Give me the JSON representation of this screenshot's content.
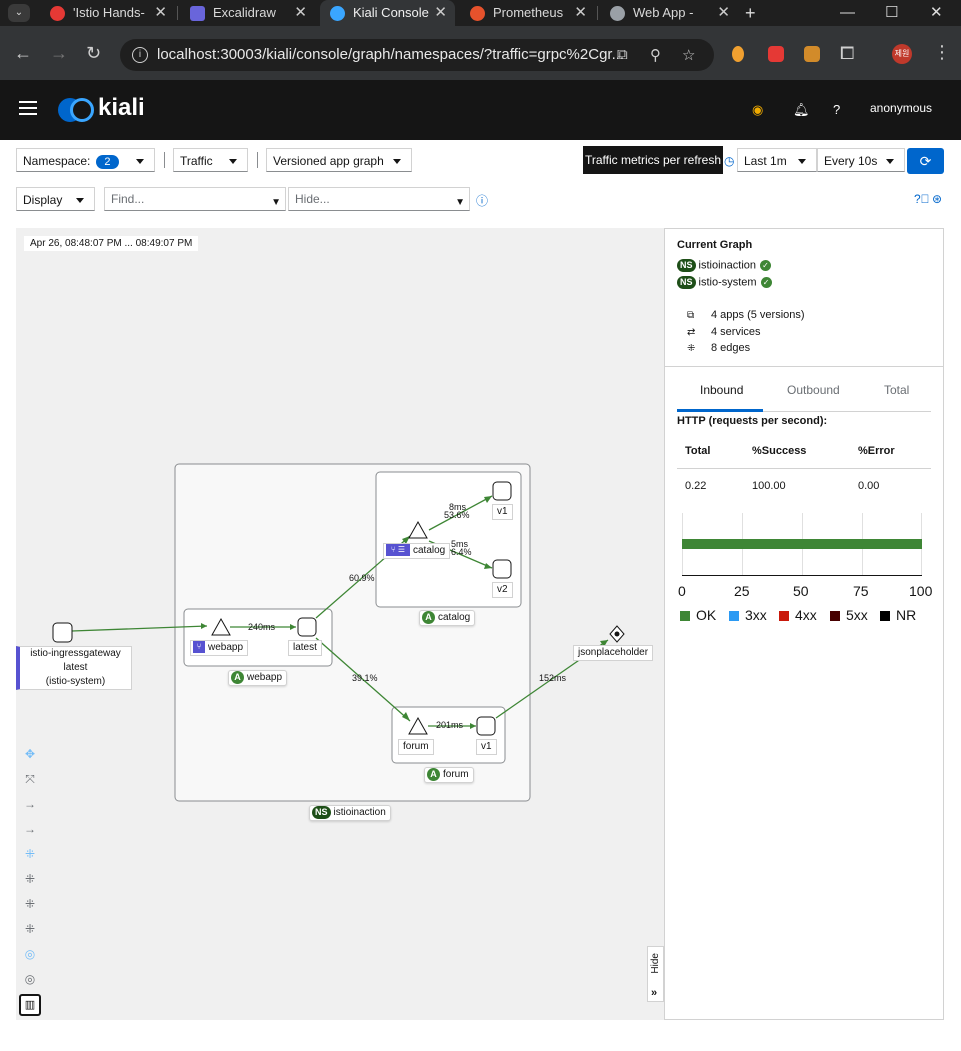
{
  "browser": {
    "tabs": [
      {
        "title": "'Istio Hands-",
        "color": "#e53935"
      },
      {
        "title": "Excalidraw",
        "color": "#6965db"
      },
      {
        "title": "Kiali Console",
        "color": "#3aa6ff"
      },
      {
        "title": "Prometheus",
        "color": "#e6522c"
      },
      {
        "title": "Web App - ",
        "color": "#9aa0a6"
      }
    ],
    "url": "localhost:30003/kiali/console/graph/namespaces/?traffic=grpc%2Cgr...",
    "profile_label": "제원"
  },
  "masthead": {
    "logo_text": "kiali",
    "user": "anonymous"
  },
  "toolbar": {
    "namespace_label": "Namespace:",
    "namespace_count": "2",
    "traffic_label": "Traffic",
    "graph_type": "Versioned app graph",
    "tooltip": "Traffic metrics per refresh",
    "duration": "Last 1m",
    "refresh_interval": "Every 10s",
    "display_label": "Display",
    "find_placeholder": "Find...",
    "hide_placeholder": "Hide..."
  },
  "graph": {
    "timestamp": "Apr 26, 08:48:07 PM ... 08:49:07 PM",
    "nodes": {
      "ingress": [
        "istio-ingressgateway",
        "latest",
        "(istio-system)"
      ],
      "webapp_service": "webapp",
      "webapp_latest": "latest",
      "catalog_service": "catalog",
      "catalog_v1": "v1",
      "catalog_v2": "v2",
      "forum_service": "forum",
      "forum_v1": "v1",
      "jsonplaceholder": "jsonplaceholder"
    },
    "boxes": {
      "namespace": "istioinaction",
      "namespace_badge": "NS",
      "app_badge": "A",
      "webapp": "webapp",
      "catalog": "catalog",
      "forum": "forum"
    },
    "edges": {
      "ingress_webapp": "240ms",
      "webapp_catalog": "60.9%",
      "catalog_v1_ms": "8ms",
      "catalog_v1_pct": "53.6%",
      "catalog_v2_ms": "5ms",
      "catalog_v2_pct": "6.4%",
      "webapp_forum": "39.1%",
      "forum_v1": "201ms",
      "forum_json": "152ms"
    },
    "hide_label": "Hide"
  },
  "panel": {
    "title": "Current Graph",
    "namespaces": [
      "istioinaction",
      "istio-system"
    ],
    "stats": {
      "apps": "4 apps (5 versions)",
      "services": "4 services",
      "edges": "8 edges"
    },
    "tabs": [
      "Inbound",
      "Outbound",
      "Total"
    ],
    "http_title": "HTTP (requests per second):",
    "columns": [
      "Total",
      "%Success",
      "%Error"
    ],
    "values": [
      "0.22",
      "100.00",
      "0.00"
    ],
    "bar": {
      "ok_percent": 100,
      "ticks": [
        "0",
        "25",
        "50",
        "75",
        "100"
      ]
    },
    "legend": [
      {
        "label": "OK",
        "color": "#3e8635"
      },
      {
        "label": "3xx",
        "color": "#2b9af3"
      },
      {
        "label": "4xx",
        "color": "#c9190b"
      },
      {
        "label": "5xx",
        "color": "#470000"
      },
      {
        "label": "NR",
        "color": "#000000"
      }
    ]
  }
}
